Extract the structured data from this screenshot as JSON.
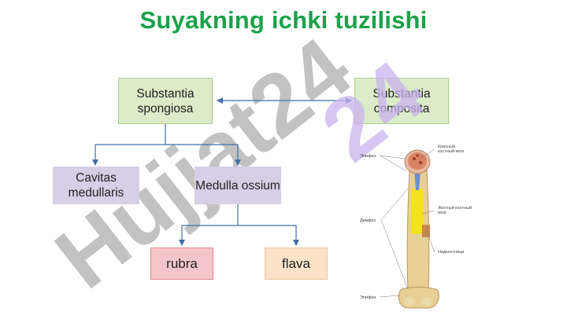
{
  "title": "Suyakning ichki tuzilishi",
  "nodes": {
    "spongiosa": "Substantia spongiosa",
    "composita": "Substantia composita",
    "cavitas": "Cavitas medullaris",
    "medulla": "Medulla ossium",
    "rubra": "rubra",
    "flava": "flava"
  },
  "watermark": "Hujjat24",
  "bone_labels": {
    "epiphysis_top": "Эпифиз",
    "red_marrow": "Красный костный мозг",
    "diaphysis": "Диафиз",
    "yellow_marrow": "Желтый костный мозг",
    "periosteum": "Надкостница",
    "epiphysis_bottom": "Эпифиз"
  },
  "colors": {
    "title": "#1aa24a",
    "arrow": "#3f6fa6",
    "green_box": "#dcebc8",
    "purple_box": "#d6cfe6",
    "pink_box": "#f5c6c9",
    "peach_box": "#fbe2c8",
    "watermark_gray": "#b8b8b8",
    "watermark_purple": "#c8b3f0"
  }
}
